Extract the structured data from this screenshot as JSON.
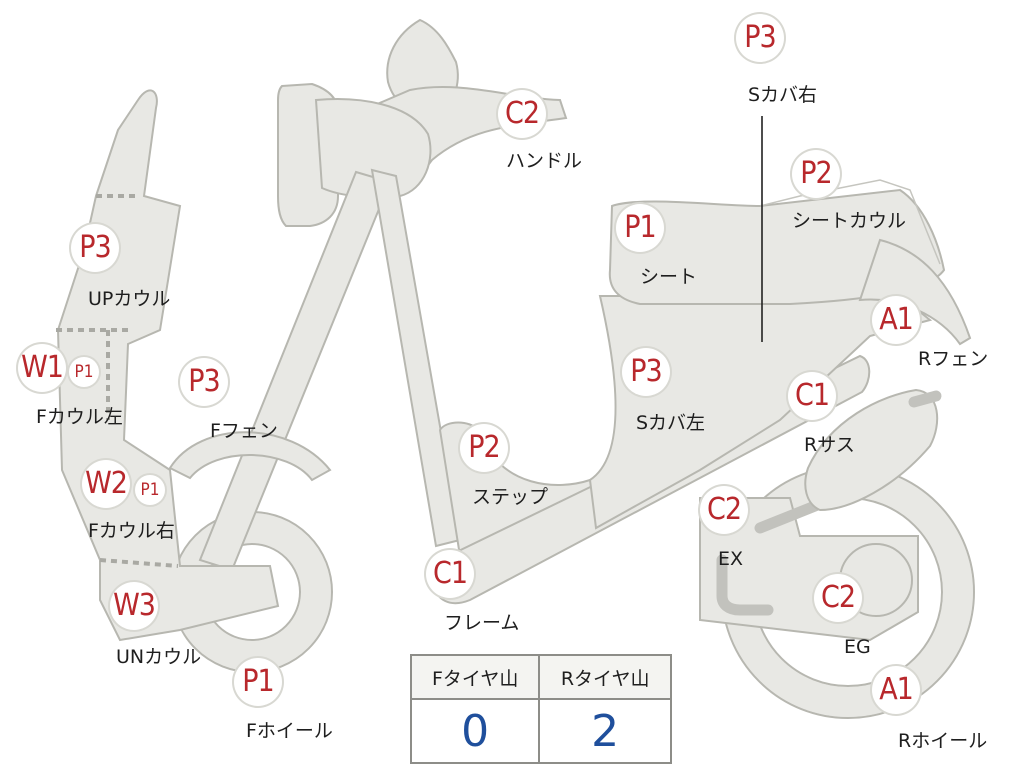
{
  "parts": [
    {
      "code": "P3",
      "label": "Sカバ右"
    },
    {
      "code": "C2",
      "label": "ハンドル"
    },
    {
      "code": "P2",
      "label": "シートカウル"
    },
    {
      "code": "P1",
      "label": "シート"
    },
    {
      "code": "P3",
      "label": "UPカウル"
    },
    {
      "code": "A1",
      "label": "Rフェン"
    },
    {
      "code": "W1",
      "code2": "P1",
      "label": "Fカウル左"
    },
    {
      "code": "P3",
      "label": "Fフェン"
    },
    {
      "code": "P3",
      "label": "Sカバ左"
    },
    {
      "code": "C1",
      "label": "Rサス"
    },
    {
      "code": "P2",
      "label": "ステップ"
    },
    {
      "code": "W2",
      "code2": "P1",
      "label": "Fカウル右"
    },
    {
      "code": "C2",
      "label": "EX"
    },
    {
      "code": "C1",
      "label": "フレーム"
    },
    {
      "code": "W3",
      "label": "UNカウル"
    },
    {
      "code": "C2",
      "label": "EG"
    },
    {
      "code": "P1",
      "label": "Fホイール"
    },
    {
      "code": "A1",
      "label": "Rホイール"
    }
  ],
  "tire_table": {
    "headers": [
      "Fタイヤ山",
      "Rタイヤ山"
    ],
    "values": [
      "0",
      "2"
    ]
  },
  "colors": {
    "part_fill": "#e8e8e4",
    "part_outline": "#b7b7b0",
    "code_text": "#b8282c",
    "table_value": "#1f4f9c"
  }
}
